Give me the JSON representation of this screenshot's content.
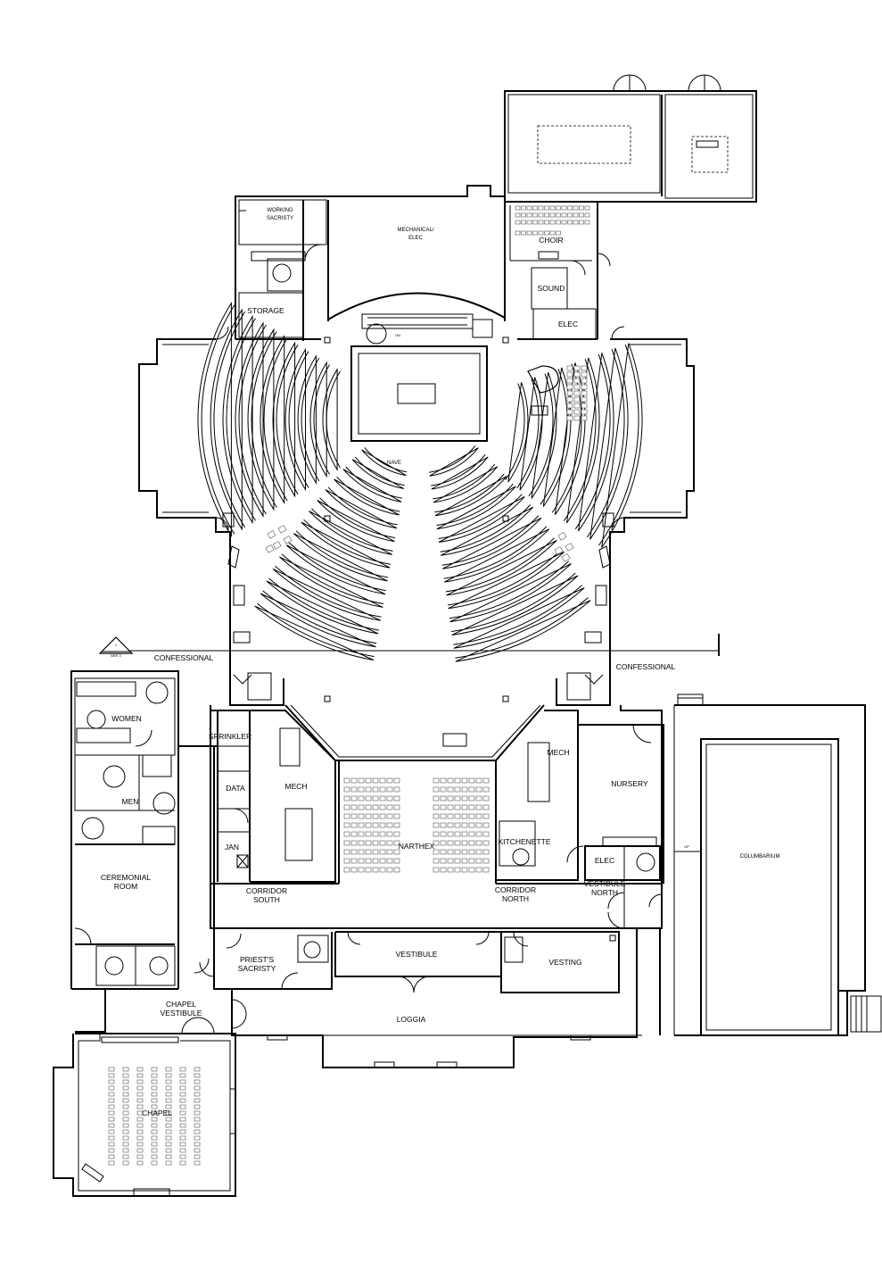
{
  "rooms": {
    "working_sacristy": [
      "WORKING",
      "SACRISTY"
    ],
    "mechanical_elec": [
      "MECHANICAL/",
      "ELEC"
    ],
    "choir": "CHOIR",
    "sound": "SOUND",
    "elec_top": "ELEC",
    "storage": "STORAGE",
    "on_marker": "ON",
    "nave": "NAVE",
    "confessional_left": "CONFESSIONAL",
    "confessional_right": "CONFESSIONAL",
    "women": "WOMEN",
    "men": "MEN",
    "sprinkler": "SPRINKLER",
    "data": "DATA",
    "jan": "JAN",
    "mech_left": "MECH",
    "mech_right": "MECH",
    "narthex": "NARTHEX",
    "kitchenette": "KITCHENETTE",
    "nursery": "NURSERY",
    "elec_bottom": "ELEC",
    "up_marker": "UP",
    "columbarium": "COLUMBARIUM",
    "ceremonial_room": [
      "CEREMONIAL",
      "ROOM"
    ],
    "corridor_south": [
      "CORRIDOR",
      "SOUTH"
    ],
    "corridor_north": [
      "CORRIDOR",
      "NORTH"
    ],
    "vestibule_north": [
      "VESTIBULE",
      "NORTH"
    ],
    "priests_sacristy": [
      "PRIEST'S",
      "SACRISTY"
    ],
    "vestibule": "VESTIBULE",
    "vesting": "VESTING",
    "chapel_vestibule": [
      "CHAPEL",
      "VESTIBULE"
    ],
    "loggia": "LOGGIA",
    "chapel": "CHAPEL"
  },
  "section_marker": {
    "number": "1",
    "sheet": "BRE 3"
  }
}
